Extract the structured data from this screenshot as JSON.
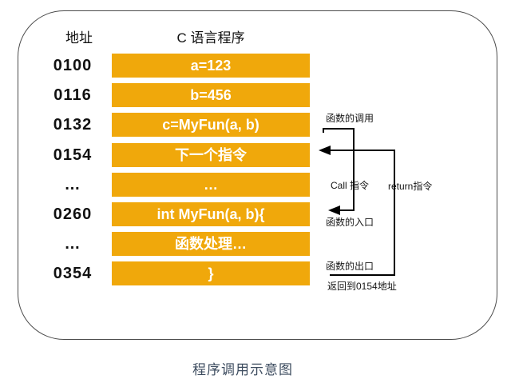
{
  "table": {
    "address_header": "地址",
    "program_header": "C 语言程序",
    "rows": [
      {
        "address": "0100",
        "text": "a=123"
      },
      {
        "address": "0116",
        "text": "b=456"
      },
      {
        "address": "0132",
        "text": "c=MyFun(a, b)"
      },
      {
        "address": "0154",
        "text": "下一个指令"
      },
      {
        "address": "…",
        "text": "…"
      },
      {
        "address": "0260",
        "text": "int MyFun(a, b){"
      },
      {
        "address": "…",
        "text": "函数处理…"
      },
      {
        "address": "0354",
        "text": "}"
      }
    ]
  },
  "annotations": {
    "call_label": "函数的调用",
    "call_instruction": "Call 指令",
    "return_instruction": "return指令",
    "entry_label": "函数的入口",
    "exit_label": "函数的出口",
    "return_addr_label": "返回到0154地址"
  },
  "caption": "程序调用示意图",
  "colors": {
    "box": "#F0A80B",
    "frame_border": "#4C4C4C",
    "arrow": "#000000",
    "caption": "#3E4D60"
  }
}
